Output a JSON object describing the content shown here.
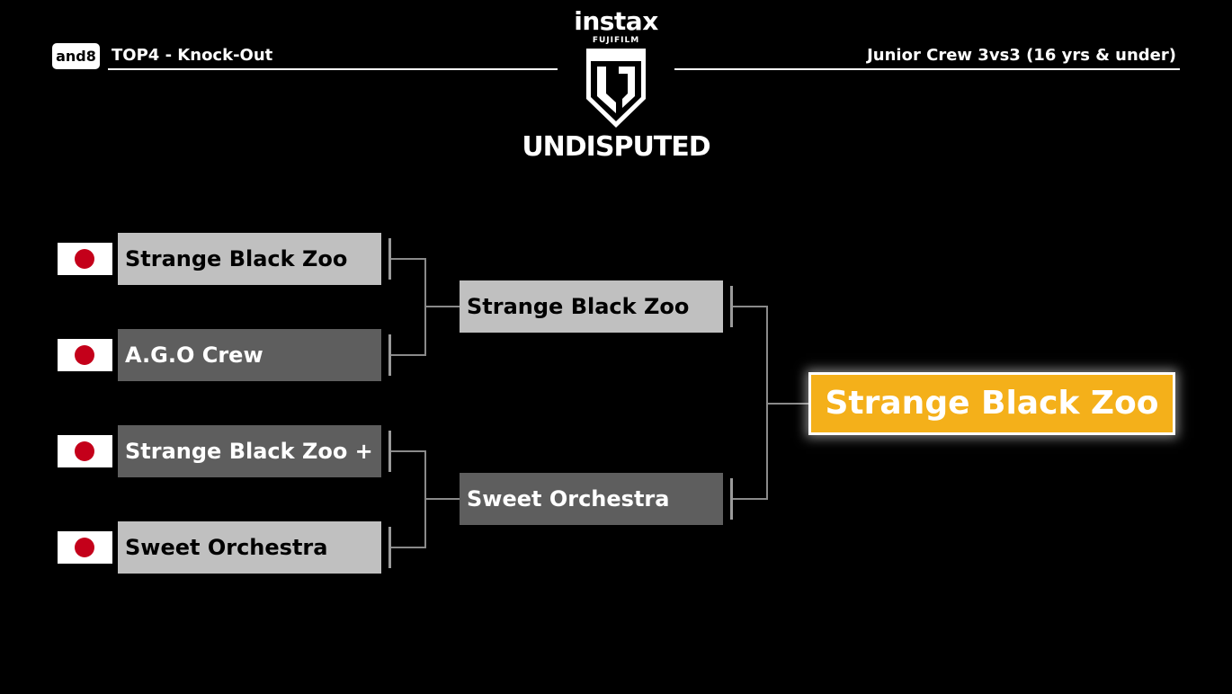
{
  "header": {
    "badge": "and8",
    "left_title": "TOP4 - Knock-Out",
    "right_title": "Junior Crew 3vs3 (16 yrs & under)"
  },
  "logo": {
    "brand": "instax",
    "sub_brand": "FUJIFILM",
    "event": "UNDISPUTED"
  },
  "bracket": {
    "round1": [
      {
        "name": "Strange Black Zoo",
        "winner": true,
        "flag": "japan-flag-icon"
      },
      {
        "name": "A.G.O Crew",
        "winner": false,
        "flag": "japan-flag-icon"
      },
      {
        "name": "Strange Black Zoo +",
        "winner": false,
        "flag": "japan-flag-icon"
      },
      {
        "name": "Sweet Orchestra",
        "winner": true,
        "flag": "japan-flag-icon"
      }
    ],
    "round2": [
      {
        "name": "Strange Black Zoo",
        "winner": true
      },
      {
        "name": "Sweet Orchestra",
        "winner": false
      }
    ],
    "champion": "Strange Black Zoo"
  },
  "colors": {
    "winner_box": "#c0c0c0",
    "loser_box": "#5e5e5e",
    "champion_box": "#f4b01a",
    "flag_circle": "#c4001a",
    "background": "#000000"
  }
}
